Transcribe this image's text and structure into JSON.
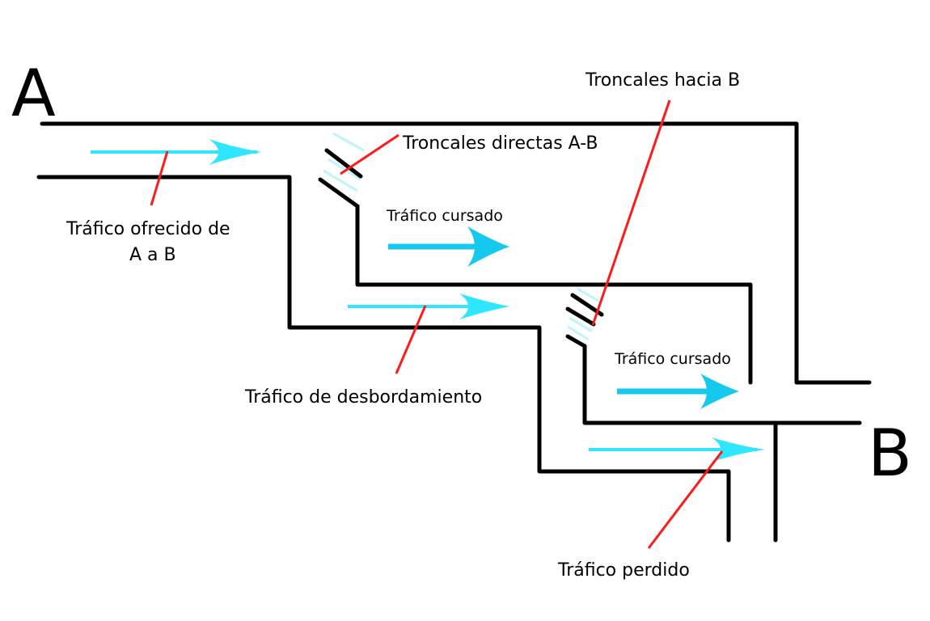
{
  "nodes": {
    "a": "A",
    "b": "B"
  },
  "labels": {
    "offered_line1": "Tráfico ofrecido de",
    "offered_line2": "A a B",
    "direct_trunks": "Troncales directas A-B",
    "trunks_to_b": "Troncales hacia B",
    "carried_1": "Tráfico cursado",
    "carried_2": "Tráfico cursado",
    "overflow": "Tráfico de desbordamiento",
    "lost": "Tráfico perdido"
  },
  "colors": {
    "walls": "#000000",
    "leaders": "#ff1a1a",
    "arrow_light": "#2ee6ff",
    "arrow_dark": "#14c8ee"
  }
}
